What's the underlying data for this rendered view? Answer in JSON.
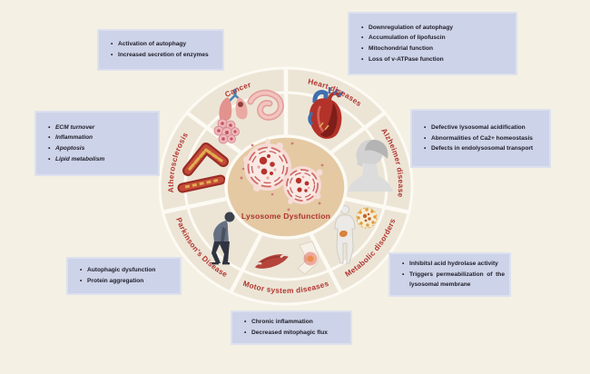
{
  "figure_title": "Lysosome Dysfunction",
  "wheel": {
    "center_label": "Lysosome Dysfunction",
    "segments": [
      {
        "label": "Cancer",
        "icon": "lungs-intestine-tumor-icon"
      },
      {
        "label": "Heart diseases",
        "icon": "heart-icon"
      },
      {
        "label": "Alzheimer disease",
        "icon": "head-profile-icon"
      },
      {
        "label": "Metabolic disorders",
        "icon": "body-cells-icon"
      },
      {
        "label": "Motor system diseases",
        "icon": "muscle-knee-icon"
      },
      {
        "label": "Parkinson's Disease",
        "icon": "stooped-person-icon"
      },
      {
        "label": "Atherosclerosis",
        "icon": "artery-plaque-icon"
      }
    ]
  },
  "notes": {
    "cancer": {
      "items": [
        "Activation of autophagy",
        "Increased secretion of enzymes"
      ]
    },
    "heart": {
      "items": [
        "Downregulation of autophagy",
        "Accumulation of lipofuscin",
        "Mitochondrial function",
        "Loss of  v-ATPase function"
      ]
    },
    "alzheimer": {
      "items": [
        "Defective lysosomal acidification",
        "Abnormalities of Ca2+ homeostasis",
        "Defects in endolysosomal transport"
      ]
    },
    "metabolic": {
      "items": [
        "Inhibitsl acid hydrolase activity",
        "Triggers permeabilization of the lysosomal membrane"
      ]
    },
    "motor": {
      "items": [
        "Chronic inflammation",
        "Decreased mitophagic flux"
      ]
    },
    "parkinsons": {
      "items": [
        "Autophagic dysfunction",
        "Protein aggregation"
      ]
    },
    "atherosclerosis": {
      "items": [
        "ECM turnover",
        "Inflammation",
        "Apoptosis",
        "Lipid metabolism"
      ]
    }
  },
  "colors": {
    "background": "#f4f0e4",
    "ring": "#ece5d6",
    "center_circle": "#e4c9a3",
    "label_red": "#b23530",
    "note_box": "#cdd3e8",
    "note_text": "#20202c"
  }
}
